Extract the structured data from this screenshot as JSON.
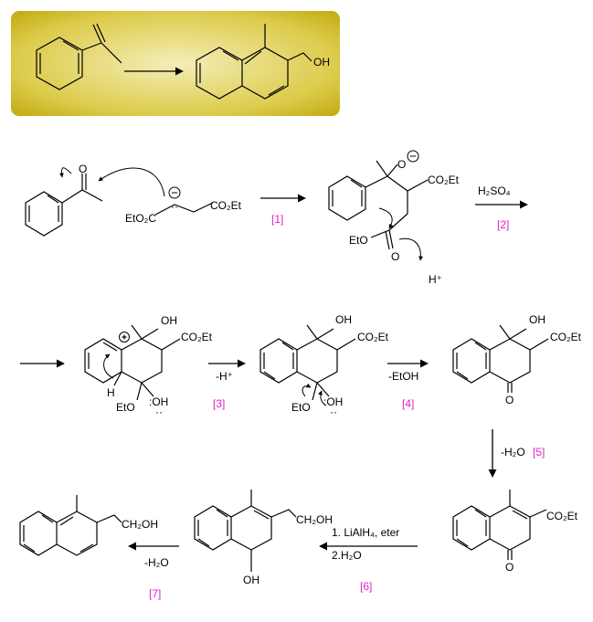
{
  "colors": {
    "highlight_box_fill": "#c9b312",
    "highlight_box_inner": "#efe6a0",
    "step_label": "#e020c8",
    "ink": "#000000"
  },
  "summary": {
    "product_substituent": "OH"
  },
  "row1": {
    "nucleophile_left_ester": "EtO₂C",
    "nucleophile_right_ester": "CO₂Et",
    "step1": "[1]",
    "alkoxide_o": "O",
    "intermediate_ester": "CO₂Et",
    "intermediate_lower_ester_o": "EtO",
    "intermediate_carbonyl_o": "O",
    "proton": "H⁺",
    "reagent2": "H₂SO₄",
    "step2": "[2]"
  },
  "row2": {
    "a_oh": "OH",
    "a_ester": "CO₂Et",
    "a_h": "H",
    "a_eto": "EtO",
    "a_oh_lower": ":OH",
    "reagent3": "-H⁺",
    "step3": "[3]",
    "b_oh": "OH",
    "b_ester": "CO₂Et",
    "b_eto": "EtO",
    "b_oh_lower": ":OH",
    "reagent4": "-EtOH",
    "step4": "[4]",
    "c_oh": "OH",
    "c_ester": "CO₂Et",
    "c_o": "O"
  },
  "row3": {
    "reagent5": "-H₂O",
    "step5": "[5]",
    "d_ester": "CO₂Et",
    "d_o": "O",
    "reagent6a": "1. LiAlH₄, eter",
    "reagent6b": "2.H₂O",
    "step6": "[6]",
    "e_ch2oh": "CH₂OH",
    "e_oh": "OH",
    "reagent7": "-H₂O",
    "step7": "[7]",
    "f_ch2oh": "CH₂OH"
  }
}
